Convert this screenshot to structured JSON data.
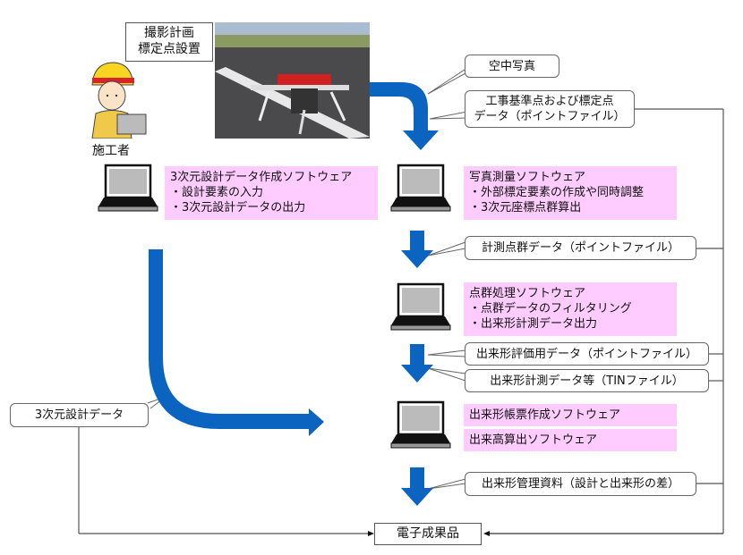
{
  "colors": {
    "arrow": "#0a64c0",
    "pink_box": "#ffccff",
    "line": "#555555"
  },
  "header": {
    "plan_box": [
      "撮影計画",
      "標定点設置"
    ],
    "worker_label": "施工者",
    "photo_alt": "drone-photo"
  },
  "callouts": {
    "aerial_photo": "空中写真",
    "control_points": [
      "工事基準点および標定点",
      "データ（ポイントファイル）"
    ],
    "measured_points": "計測点群データ（ポイントファイル）",
    "eval_data": "出来形評価用データ（ポイントファイル）",
    "tin_data": "出来形計測データ等（TINファイル）",
    "management_docs": "出来形管理資料（設計と出来形の差）",
    "design_data": "3次元設計データ"
  },
  "software": {
    "design": [
      "3次元設計データ作成ソフトウェア",
      "・設計要素の入力",
      "・3次元設計データの出力"
    ],
    "photogrammetry": [
      "写真測量ソフトウェア",
      "・外部標定要素の作成や同時調整",
      "・3次元座標点群算出"
    ],
    "pointcloud": [
      "点群処理ソフトウェア",
      "・点群データのフィルタリング",
      "・出来形計測データ出力"
    ],
    "report": "出来形帳票作成ソフトウェア",
    "volume": "出来高算出ソフトウェア"
  },
  "output": {
    "deliverable": "電子成果品"
  }
}
